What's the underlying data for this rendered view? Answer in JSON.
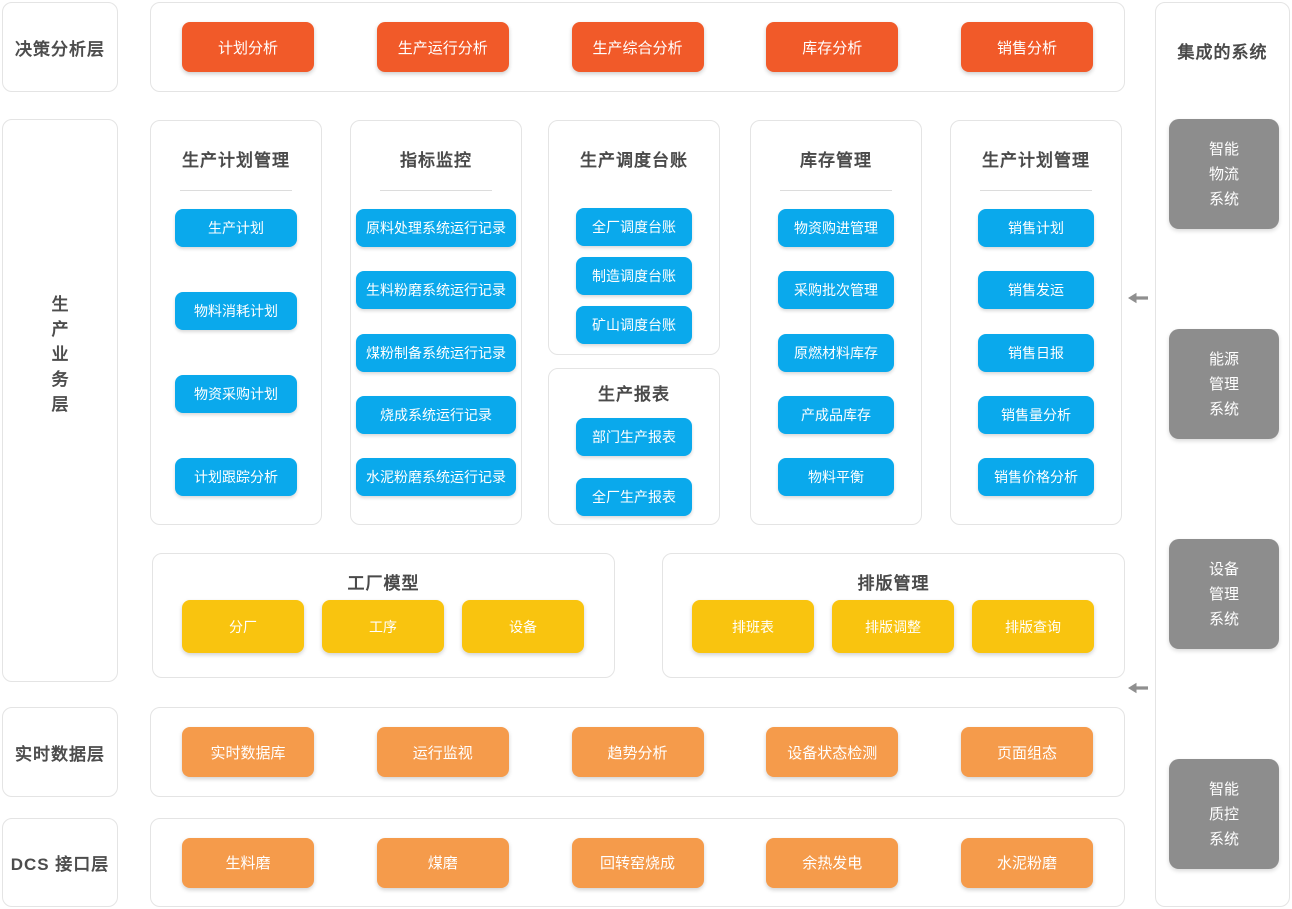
{
  "colors": {
    "red_button": "#f15a29",
    "blue_button": "#0aa9ec",
    "yellow_button": "#f9c40f",
    "orange_button": "#f59b4b",
    "gray_box": "#8d8d8d",
    "panel_border": "#e4e4e4",
    "title_text": "#4a4a4a"
  },
  "left_layers": {
    "decision": "决策分析层",
    "production": "生产业务层",
    "realtime": "实时数据层",
    "dcs": "DCS 接口层"
  },
  "decision_row": {
    "buttons": [
      "计划分析",
      "生产运行分析",
      "生产综合分析",
      "库存分析",
      "销售分析"
    ]
  },
  "panels": {
    "plan": {
      "title": "生产计划管理",
      "buttons": [
        "生产计划",
        "物料消耗计划",
        "物资采购计划",
        "计划跟踪分析"
      ]
    },
    "kpi": {
      "title": "指标监控",
      "buttons": [
        "原料处理系统运行记录",
        "生料粉磨系统运行记录",
        "煤粉制备系统运行记录",
        "烧成系统运行记录",
        "水泥粉磨系统运行记录"
      ]
    },
    "dispatch": {
      "title": "生产调度台账",
      "buttons": [
        "全厂调度台账",
        "制造调度台账",
        "矿山调度台账"
      ]
    },
    "report": {
      "title": "生产报表",
      "buttons": [
        "部门生产报表",
        "全厂生产报表"
      ]
    },
    "inventory": {
      "title": "库存管理",
      "buttons": [
        "物资购进管理",
        "采购批次管理",
        "原燃材料库存",
        "产成品库存",
        "物料平衡"
      ]
    },
    "sales": {
      "title": "生产计划管理",
      "buttons": [
        "销售计划",
        "销售发运",
        "销售日报",
        "销售量分析",
        "销售价格分析"
      ]
    },
    "factory_model": {
      "title": "工厂模型",
      "buttons": [
        "分厂",
        "工序",
        "设备"
      ]
    },
    "scheduling": {
      "title": "排版管理",
      "buttons": [
        "排班表",
        "排版调整",
        "排版查询"
      ]
    }
  },
  "realtime_row": {
    "buttons": [
      "实时数据库",
      "运行监视",
      "趋势分析",
      "设备状态检测",
      "页面组态"
    ]
  },
  "dcs_row": {
    "buttons": [
      "生料磨",
      "煤磨",
      "回转窑烧成",
      "余热发电",
      "水泥粉磨"
    ]
  },
  "integrated": {
    "title": "集成的系统",
    "systems": [
      "智能物流系统",
      "能源管理系统",
      "设备管理系统",
      "智能质控系统"
    ]
  },
  "icons": {
    "flow_arrows": "left-arrow"
  }
}
